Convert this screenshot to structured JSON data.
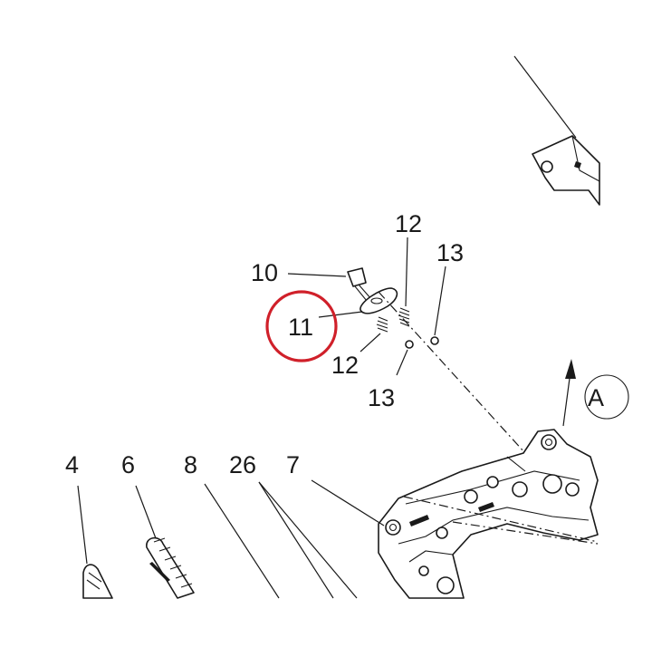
{
  "diagram": {
    "highlight_color": "#d0202a",
    "line_color": "#1a1a1a",
    "background": "#ffffff",
    "highlighted_callout": "11",
    "callouts": {
      "c10": "10",
      "c11": "11",
      "c12_top": "12",
      "c12_bottom": "12",
      "c13_top": "13",
      "c13_bottom": "13",
      "c4": "4",
      "c6": "6",
      "c8": "8",
      "c26": "26",
      "c7": "7",
      "view_ref": "A"
    }
  }
}
